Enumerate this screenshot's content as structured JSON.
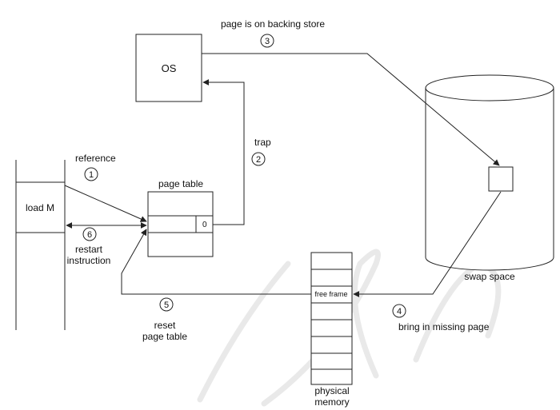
{
  "labels": {
    "os": "OS",
    "page_table": "page table",
    "valid_bit": "0",
    "load_m": "load M",
    "free_frame": "free frame",
    "swap_space": "swap space",
    "physical_memory_1": "physical",
    "physical_memory_2": "memory"
  },
  "steps": [
    {
      "num": "1",
      "lines": [
        "reference"
      ]
    },
    {
      "num": "2",
      "lines": [
        "trap"
      ]
    },
    {
      "num": "3",
      "lines": [
        "page is on backing store"
      ]
    },
    {
      "num": "4",
      "lines": [
        "bring in missing page"
      ]
    },
    {
      "num": "5",
      "lines": [
        "reset",
        "page table"
      ]
    },
    {
      "num": "6",
      "lines": [
        "restart",
        "instruction"
      ]
    }
  ]
}
